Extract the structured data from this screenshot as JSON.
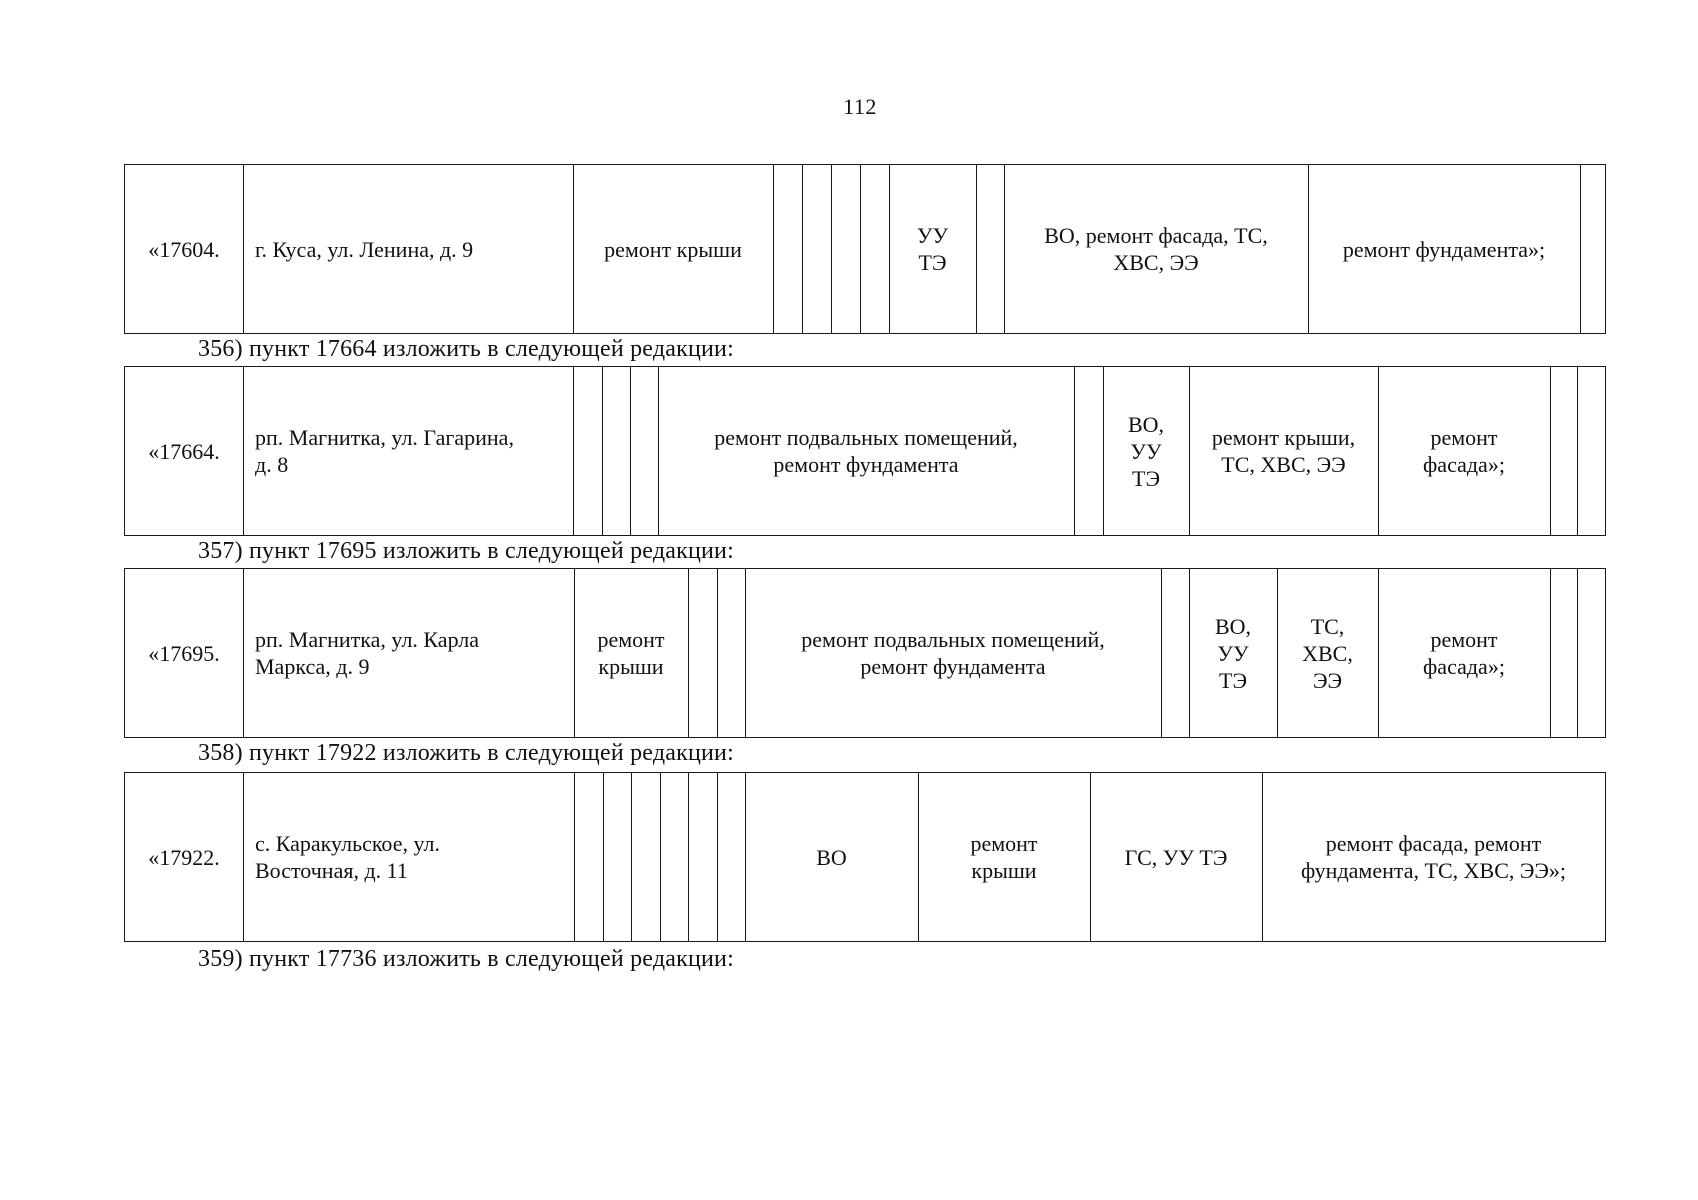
{
  "page_number": "112",
  "rows": [
    {
      "num": "«17604.",
      "address": "г. Куса, ул. Ленина, д. 9",
      "cells": [
        "ремонт крыши",
        "УУ\nТЭ",
        "ВО, ремонт фасада, ТС,\nХВС, ЭЭ",
        "ремонт фундамента»;"
      ]
    },
    {
      "num": "«17664.",
      "address": "рп. Магнитка, ул. Гагарина,\nд. 8",
      "cells": [
        "ремонт подвальных помещений,\nремонт фундамента",
        "ВО,\nУУ\nТЭ",
        "ремонт крыши,\nТС, ХВС, ЭЭ",
        "ремонт\nфасада»;"
      ]
    },
    {
      "num": "«17695.",
      "address": "рп. Магнитка, ул. Карла\nМаркса, д. 9",
      "cells": [
        "ремонт\nкрыши",
        "ремонт подвальных помещений,\nремонт фундамента",
        "ВО,\nУУ\nТЭ",
        "ТС,\nХВС,\nЭЭ",
        "ремонт\nфасада»;"
      ]
    },
    {
      "num": "«17922.",
      "address": "с. Каракульское, ул.\nВосточная, д. 11",
      "cells": [
        "ВО",
        "ремонт\nкрыши",
        "ГС, УУ ТЭ",
        "ремонт фасада, ремонт\nфундамента, ТС, ХВС, ЭЭ»;"
      ]
    }
  ],
  "instructions": [
    "356) пункт 17664 изложить в следующей редакции:",
    "357) пункт 17695 изложить в следующей редакции:",
    "358) пункт 17922 изложить в следующей редакции:",
    "359) пункт 17736 изложить в следующей редакции:"
  ]
}
